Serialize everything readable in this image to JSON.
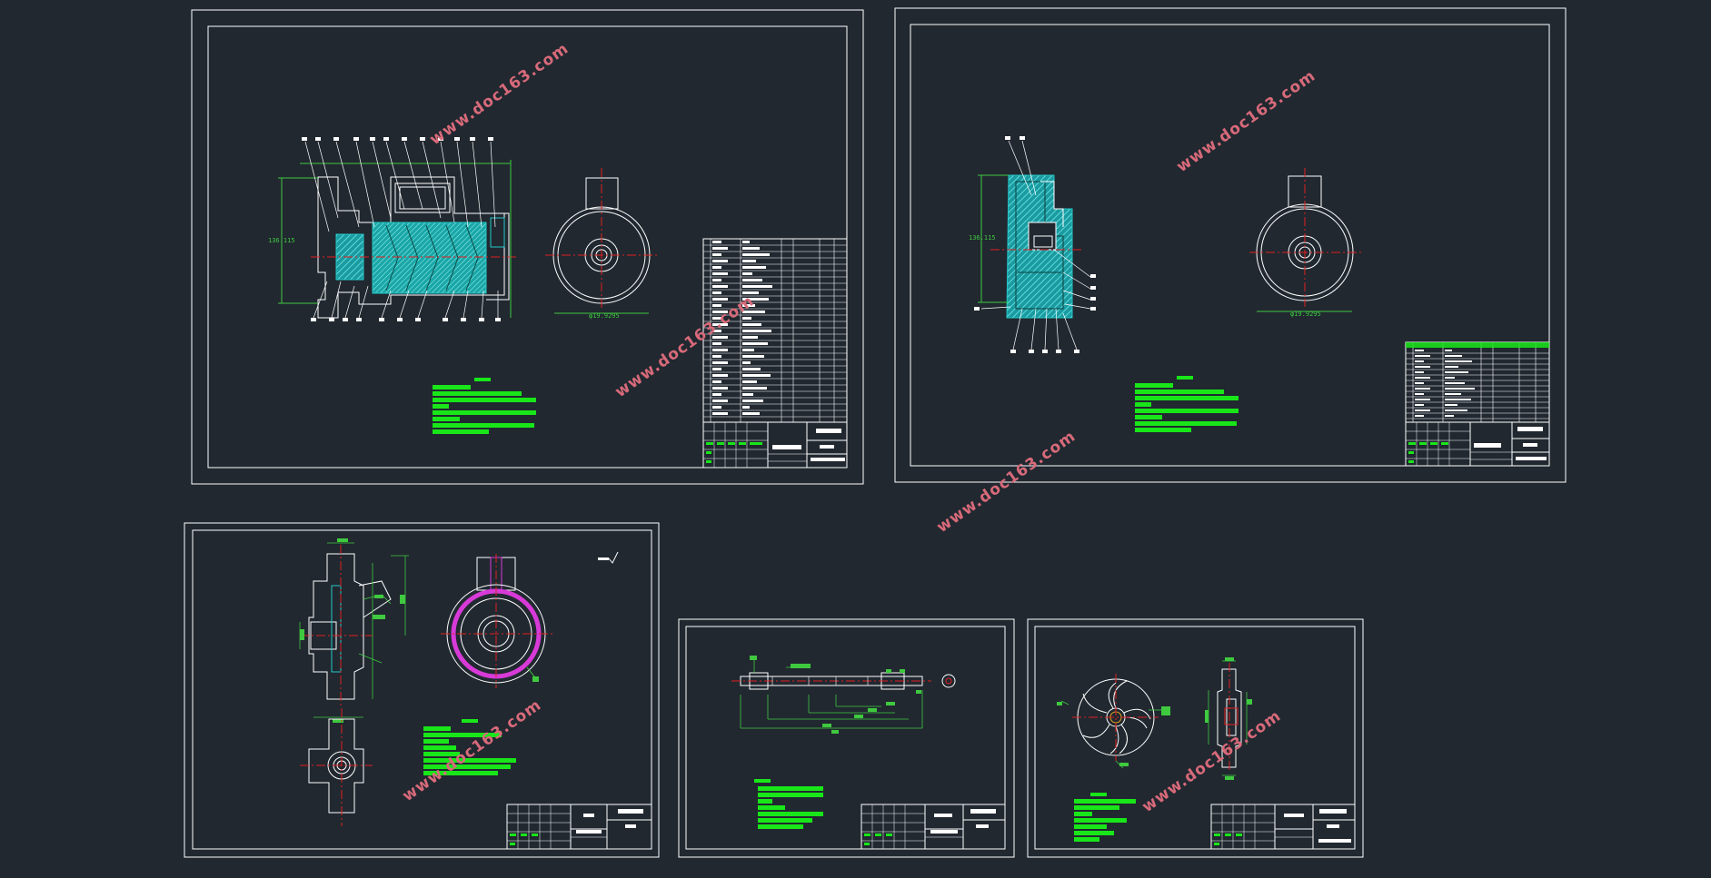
{
  "watermark": {
    "text": "www.doc163.com",
    "color": "#d86a7a"
  },
  "colors": {
    "background": "#212830",
    "frame": "#ffffff",
    "note_green": "#19e619",
    "cyan": "#22c8c8",
    "red_center": "#e02020",
    "magenta": "#d83ad8",
    "dim_green": "#3fc93f"
  },
  "sheets": [
    {
      "id": "assembly",
      "dimension_labels": [
        "136.115",
        "φ19.9295"
      ]
    },
    {
      "id": "pump-body",
      "dimension_labels": [
        "136.115",
        "φ19.9295"
      ]
    },
    {
      "id": "casing-part"
    },
    {
      "id": "shaft-part"
    },
    {
      "id": "impeller-part"
    }
  ]
}
